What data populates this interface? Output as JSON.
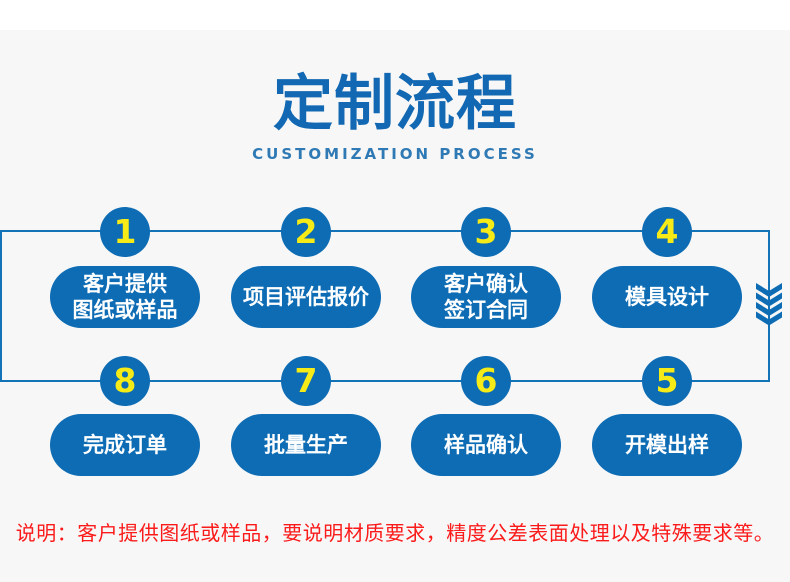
{
  "colors": {
    "page_bg": "#f7f7f7",
    "top_band": "#ffffff",
    "title_blue": "#1268b2",
    "subtitle_blue": "#2f7ab5",
    "shape_blue": "#0d6cb4",
    "line_blue": "#1373b6",
    "number_yellow": "#f6eb16",
    "label_white": "#ffffff",
    "note_red": "#fb1b1b"
  },
  "header": {
    "title": "定制流程",
    "subtitle": "CUSTOMIZATION PROCESS"
  },
  "flow": {
    "arrow_icon": "down-chevrons",
    "rows": [
      {
        "steps": [
          {
            "number": "1",
            "label": "客户提供\n图纸或样品"
          },
          {
            "number": "2",
            "label": "项目评估报价"
          },
          {
            "number": "3",
            "label": "客户确认\n签订合同"
          },
          {
            "number": "4",
            "label": "模具设计"
          }
        ]
      },
      {
        "steps": [
          {
            "number": "8",
            "label": "完成订单"
          },
          {
            "number": "7",
            "label": "批量生产"
          },
          {
            "number": "6",
            "label": "样品确认"
          },
          {
            "number": "5",
            "label": "开模出样"
          }
        ]
      }
    ]
  },
  "note": {
    "text": "说明：客户提供图纸或样品，要说明材质要求，精度公差表面处理以及特殊要求等。"
  }
}
